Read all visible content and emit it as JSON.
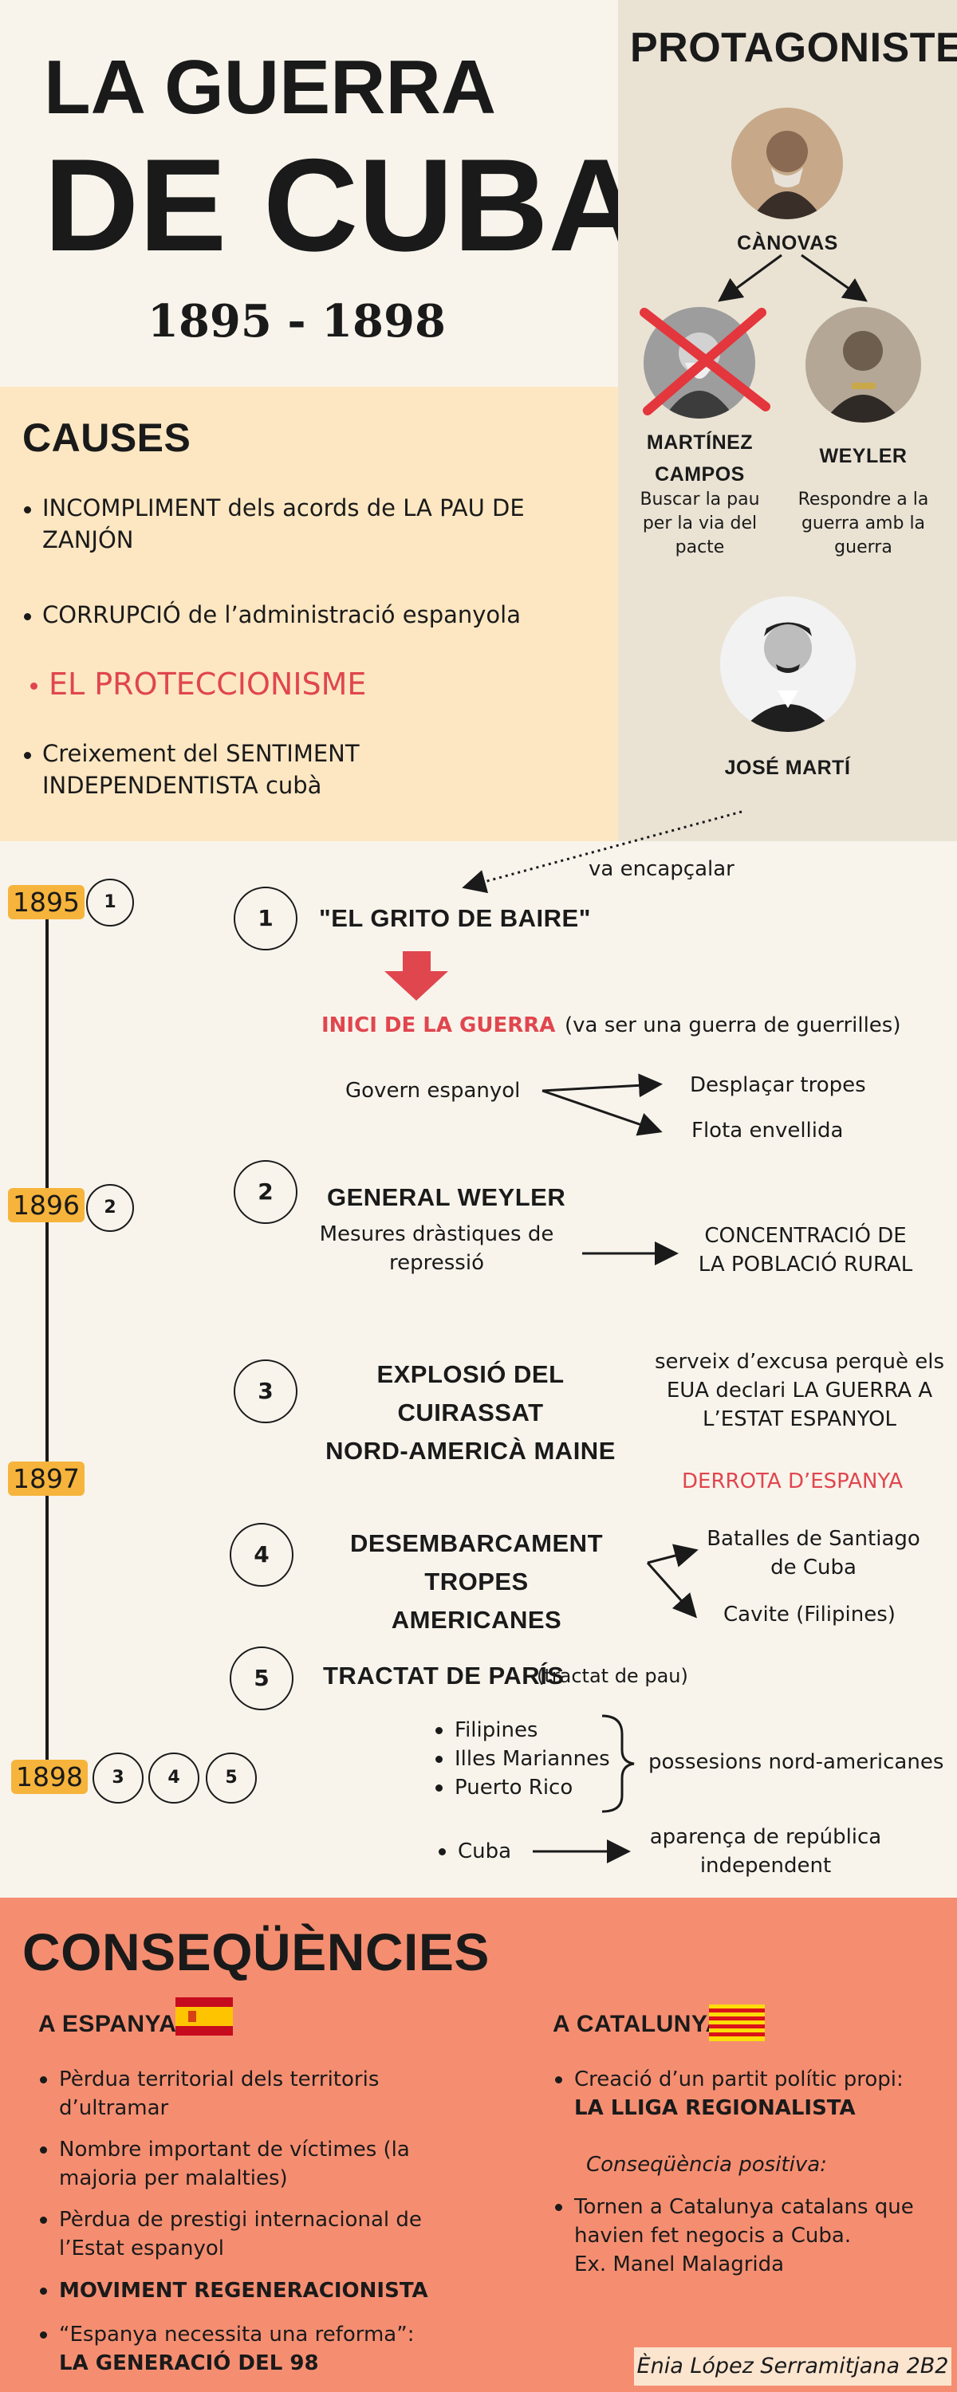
{
  "title": {
    "line1": "LA GUERRA",
    "line2": "DE CUBA",
    "years": "1895 - 1898"
  },
  "protagonists": {
    "heading": "PROTAGONISTES",
    "canovas": {
      "name": "CÀNOVAS"
    },
    "martinez": {
      "name_line1": "MARTÍNEZ",
      "name_line2": "CAMPOS",
      "desc": [
        "Buscar la pau",
        "per la via del",
        "pacte"
      ]
    },
    "weyler": {
      "name": "WEYLER",
      "desc": [
        "Respondre a la",
        "guerra amb la",
        "guerra"
      ]
    },
    "marti": {
      "name": "JOSÉ MARTÍ"
    },
    "link_label": "va encapçalar"
  },
  "causes": {
    "heading": "CAUSES",
    "items": [
      {
        "line1": "INCOMPLIMENT dels acords de LA PAU DE",
        "line2": "ZANJÓN"
      },
      {
        "line1": "CORRUPCIÓ de l’administració espanyola"
      },
      {
        "line1": "EL PROTECCIONISME",
        "color": "#e0464e"
      },
      {
        "line1": "Creixement del SENTIMENT",
        "line2": "INDEPENDENTISTA cubà"
      }
    ]
  },
  "timeline": {
    "years": [
      "1895",
      "1896",
      "1897",
      "1898"
    ],
    "year_markers": {
      "y1895": "1",
      "y1896": "2",
      "y1898": [
        "3",
        "4",
        "5"
      ]
    },
    "events": [
      {
        "num": "1",
        "title": "\"EL GRITO DE BAIRE\""
      },
      {
        "num": "2",
        "title": "GENERAL WEYLER"
      },
      {
        "num": "3",
        "title_line1": "EXPLOSIÓ DEL CUIRASSAT",
        "title_line2": "NORD-AMERICÀ MAINE"
      },
      {
        "num": "4",
        "title_line1": "DESEMBARCAMENT TROPES",
        "title_line2": "AMERICANES"
      },
      {
        "num": "5",
        "title": "TRACTAT DE PARÍS",
        "note": "(tractat de pau)"
      }
    ],
    "event1": {
      "start": "INICI DE LA GUERRA",
      "start_note": "(va ser una guerra de guerrilles)",
      "govern": "Govern espanyol",
      "branches": [
        "Desplaçar tropes",
        "Flota envellida"
      ]
    },
    "event2": {
      "measures": [
        "Mesures dràstiques de",
        "repressió"
      ],
      "result": [
        "CONCENTRACIÓ DE",
        "LA POBLACIÓ RURAL"
      ]
    },
    "event3": {
      "note": [
        "serveix d’excusa perquè els",
        "EUA declari LA GUERRA A",
        "L’ESTAT ESPANYOL"
      ],
      "defeat": "DERROTA D’ESPANYA"
    },
    "event4": {
      "battles": [
        [
          "Batalles de Santiago",
          "de Cuba"
        ],
        [
          "Cavite (Filipines)"
        ]
      ]
    },
    "event5": {
      "colonies": [
        "Filipines",
        "Illes Mariannes",
        "Puerto Rico"
      ],
      "colonies_result": "possesions nord-americanes",
      "cuba": "Cuba",
      "cuba_result": [
        "aparença de república",
        "independent"
      ]
    }
  },
  "consequences": {
    "heading": "CONSEQÜÈNCIES",
    "spain": {
      "heading": "A ESPANYA",
      "items": [
        [
          "Pèrdua territorial dels territoris",
          "d’ultramar"
        ],
        [
          "Nombre important de víctimes (la",
          "majoria per malalties)"
        ],
        [
          "Pèrdua de prestigi internacional de",
          "l’Estat espanyol"
        ],
        [
          "MOVIMENT REGENERACIONISTA"
        ],
        [
          "“Espanya necessita una reforma”:",
          "LA GENERACIÓ DEL 98"
        ]
      ]
    },
    "catalonia": {
      "heading": "A CATALUNYA",
      "item1": [
        "Creació d’un partit polític propi:",
        "LA LLIGA REGIONALISTA"
      ],
      "positive_label": "Conseqüència positiva:",
      "item2": [
        "Tornen a Catalunya catalans que",
        "havien fet negocis a Cuba.",
        "Ex. Manel Malagrida"
      ]
    },
    "author": "Ènia López Serramitjana 2B2"
  },
  "colors": {
    "accent_red": "#e0464e",
    "year_tag": "#f6b43c",
    "consequences_bg": "#f58e71",
    "causes_bg": "#fde7c2",
    "protagonists_bg": "#eae3d4"
  },
  "icons": {
    "spain_flag": "spain-flag-icon",
    "catalonia_flag": "catalonia-flag-icon",
    "cross": "red-cross-icon"
  }
}
